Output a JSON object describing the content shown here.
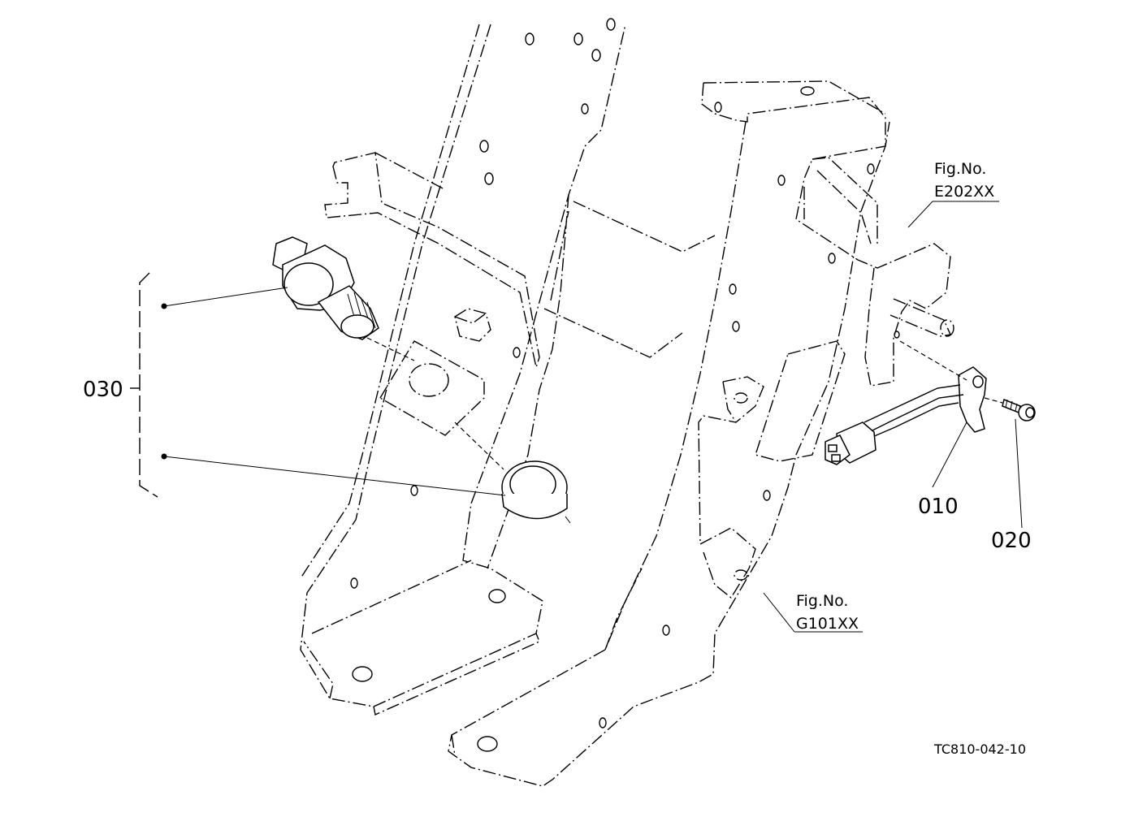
{
  "callouts": {
    "group": "030",
    "switch_bracket": "010",
    "bolt": "020"
  },
  "figure_refs": {
    "upper": {
      "line1": "Fig.No.",
      "line2": "E202XX"
    },
    "lower": {
      "line1": "Fig.No.",
      "line2": "G101XX"
    }
  },
  "drawing_number": "TC810-042-10"
}
